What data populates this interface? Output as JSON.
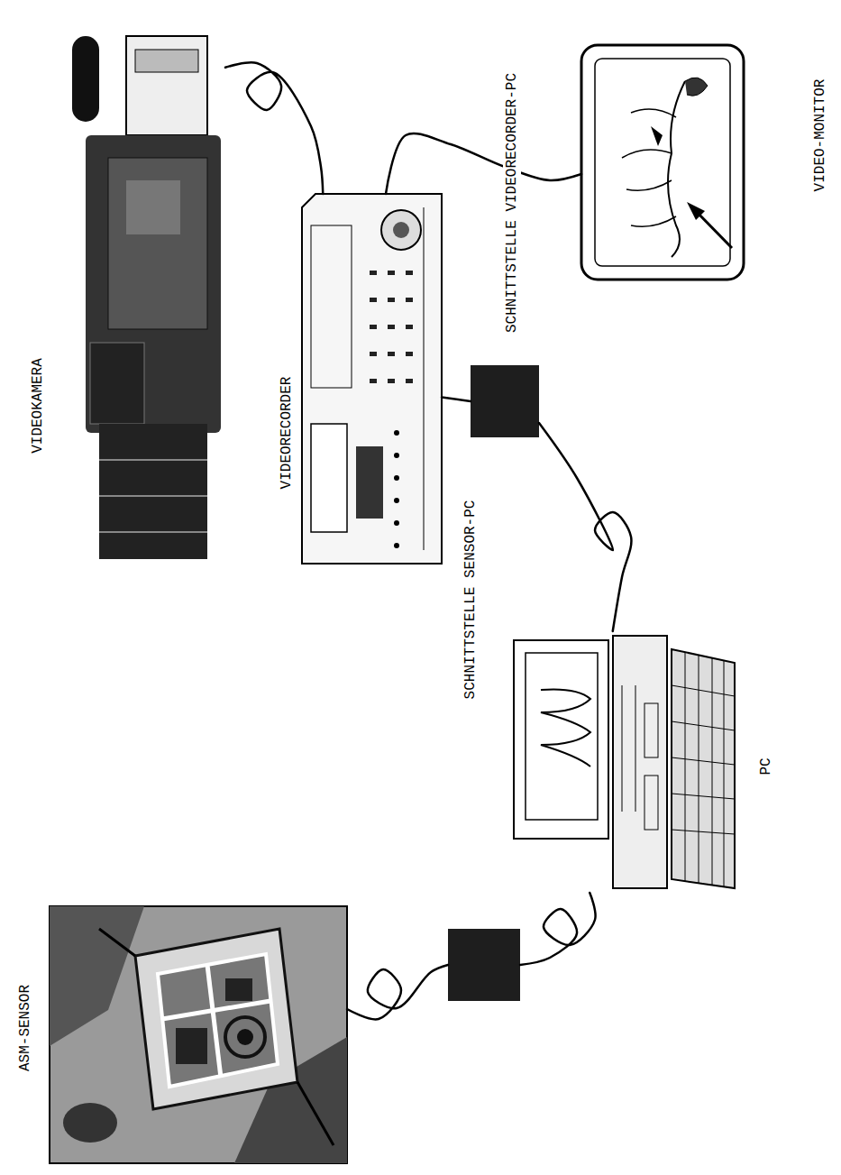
{
  "diagram": {
    "nodes": [
      {
        "text": [
          "ASM-SENSOR"
        ]
      },
      {
        "text": [
          "SCHNITTSTELLE SENSOR-PC"
        ]
      },
      {
        "text": [
          "PC"
        ]
      },
      {
        "text": [
          "SCHNITTSTELLE VIDEORECORDER-PC"
        ]
      },
      {
        "text": [
          "VIDEORECORDER"
        ]
      },
      {
        "text": [
          "VIDEOKAMERA"
        ]
      },
      {
        "text": [
          "VIDEO-MONITOR"
        ]
      }
    ],
    "edges": [
      {
        "from": 0,
        "to": 1,
        "arrow": "none"
      },
      {
        "from": 1,
        "to": 2,
        "arrow": "none"
      },
      {
        "from": 2,
        "to": 3,
        "arrow": "none"
      },
      {
        "from": 3,
        "to": 4,
        "arrow": "none"
      },
      {
        "from": 5,
        "to": 4,
        "arrow": "none"
      },
      {
        "from": 4,
        "to": 6,
        "arrow": "none"
      }
    ]
  }
}
